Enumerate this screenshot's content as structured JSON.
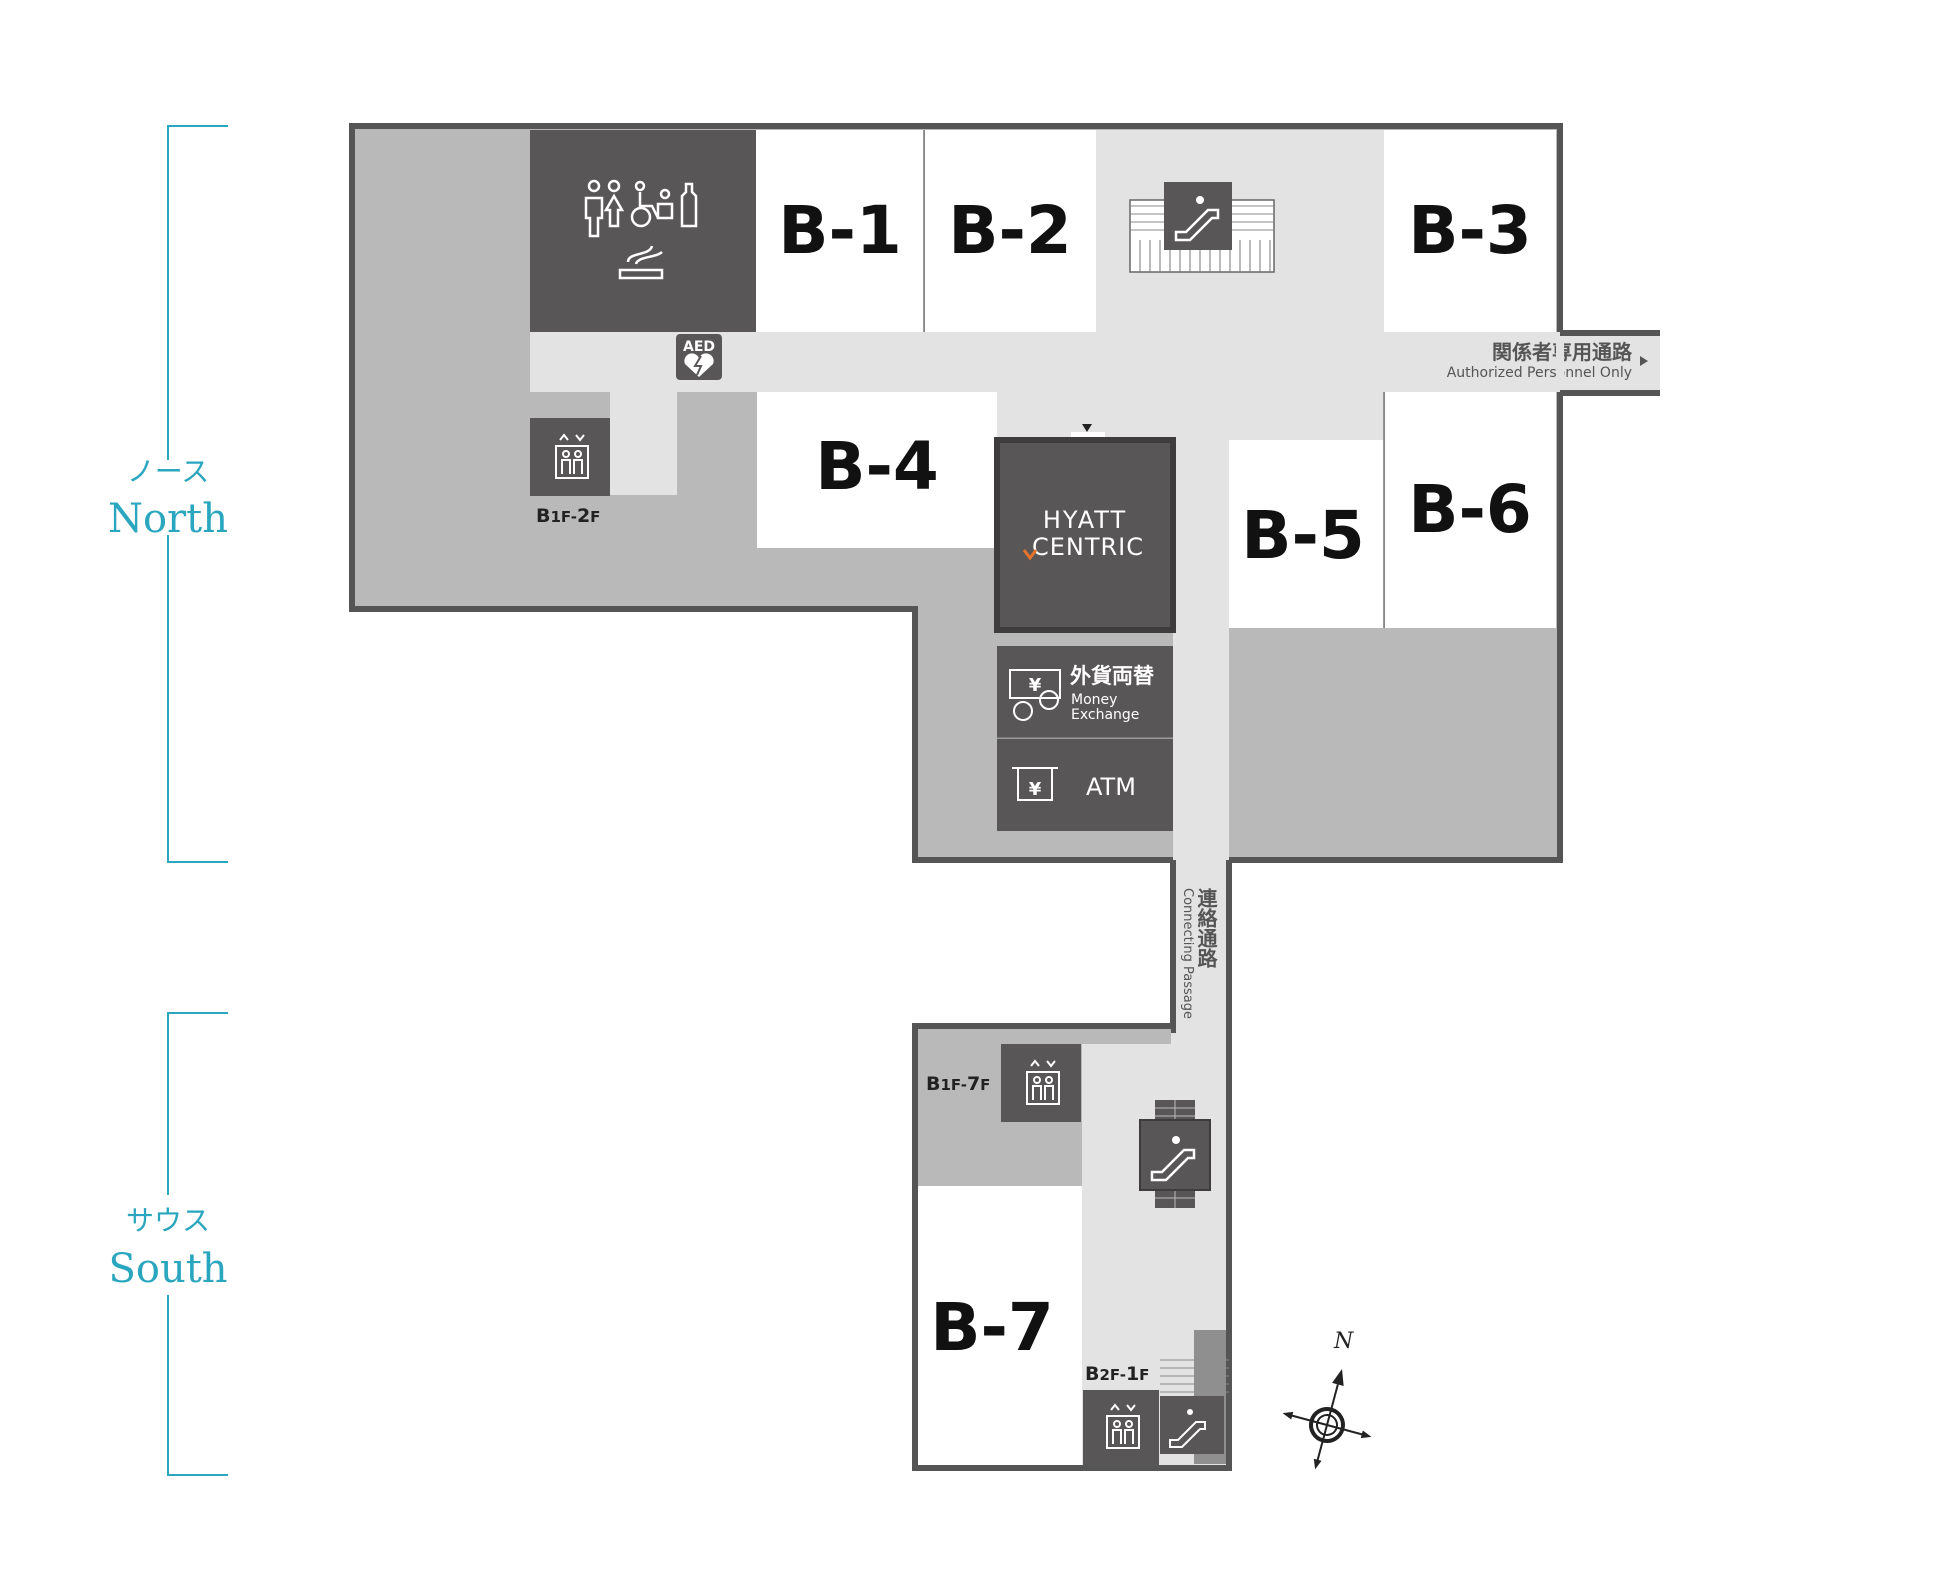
{
  "sections": {
    "north": {
      "jp": "ノース",
      "en": "North"
    },
    "south": {
      "jp": "サウス",
      "en": "South"
    }
  },
  "units": [
    {
      "id": "b1",
      "label": "B-1"
    },
    {
      "id": "b2",
      "label": "B-2"
    },
    {
      "id": "b3",
      "label": "B-3"
    },
    {
      "id": "b4",
      "label": "B-4"
    },
    {
      "id": "b5",
      "label": "B-5"
    },
    {
      "id": "b6",
      "label": "B-6"
    },
    {
      "id": "b7",
      "label": "B-7"
    }
  ],
  "authorized_passage": {
    "jp": "関係者専用通路",
    "en": "Authorized Personnel Only"
  },
  "connecting_passage": {
    "jp": "連絡通路",
    "en": "Connecting Passage"
  },
  "hotel": {
    "line1": "HYATT",
    "line2": "CENTRIC"
  },
  "money_exchange": {
    "jp": "外貨両替",
    "en1": "Money",
    "en2": "Exchange",
    "yen": "¥"
  },
  "atm": {
    "label": "ATM",
    "yen": "¥"
  },
  "aed": {
    "label": "AED"
  },
  "elevators": {
    "north": {
      "prefix": "B",
      "floor1": "1",
      "sep": "F-",
      "floor2": "2",
      "suffix": "F"
    },
    "south": {
      "prefix": "B",
      "floor1": "1",
      "sep": "F-",
      "floor2": "7",
      "suffix": "F"
    },
    "south_lower": {
      "prefix": "B",
      "floor1": "2",
      "sep": "F-",
      "floor2": "1",
      "suffix": "F"
    }
  },
  "compass": {
    "label": "N"
  },
  "colors": {
    "outline": "#555555",
    "dark_facility": "#595657",
    "corridor_light": "#e3e3e3",
    "back_area": "#b9b9b9",
    "section_accent": "#2aa6bf"
  }
}
